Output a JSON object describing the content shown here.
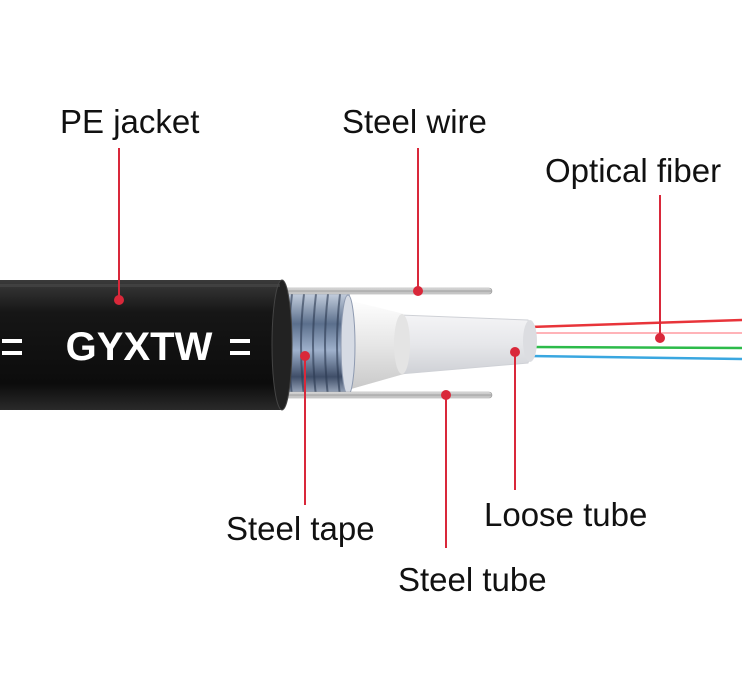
{
  "diagram": {
    "cable_code": "GYXTW",
    "labels": {
      "pe_jacket": "PE jacket",
      "steel_wire": "Steel wire",
      "optical_fiber": "Optical fiber",
      "steel_tape": "Steel tape",
      "loose_tube": "Loose tube",
      "steel_tube": "Steel tube"
    },
    "colors": {
      "leader_line": "#d9283a",
      "jacket": "#141414",
      "fiber_red": "#e8343a",
      "fiber_green": "#2dbb4a",
      "fiber_blue": "#3aa7e0",
      "loose_tube": "#e9e9ec"
    }
  }
}
